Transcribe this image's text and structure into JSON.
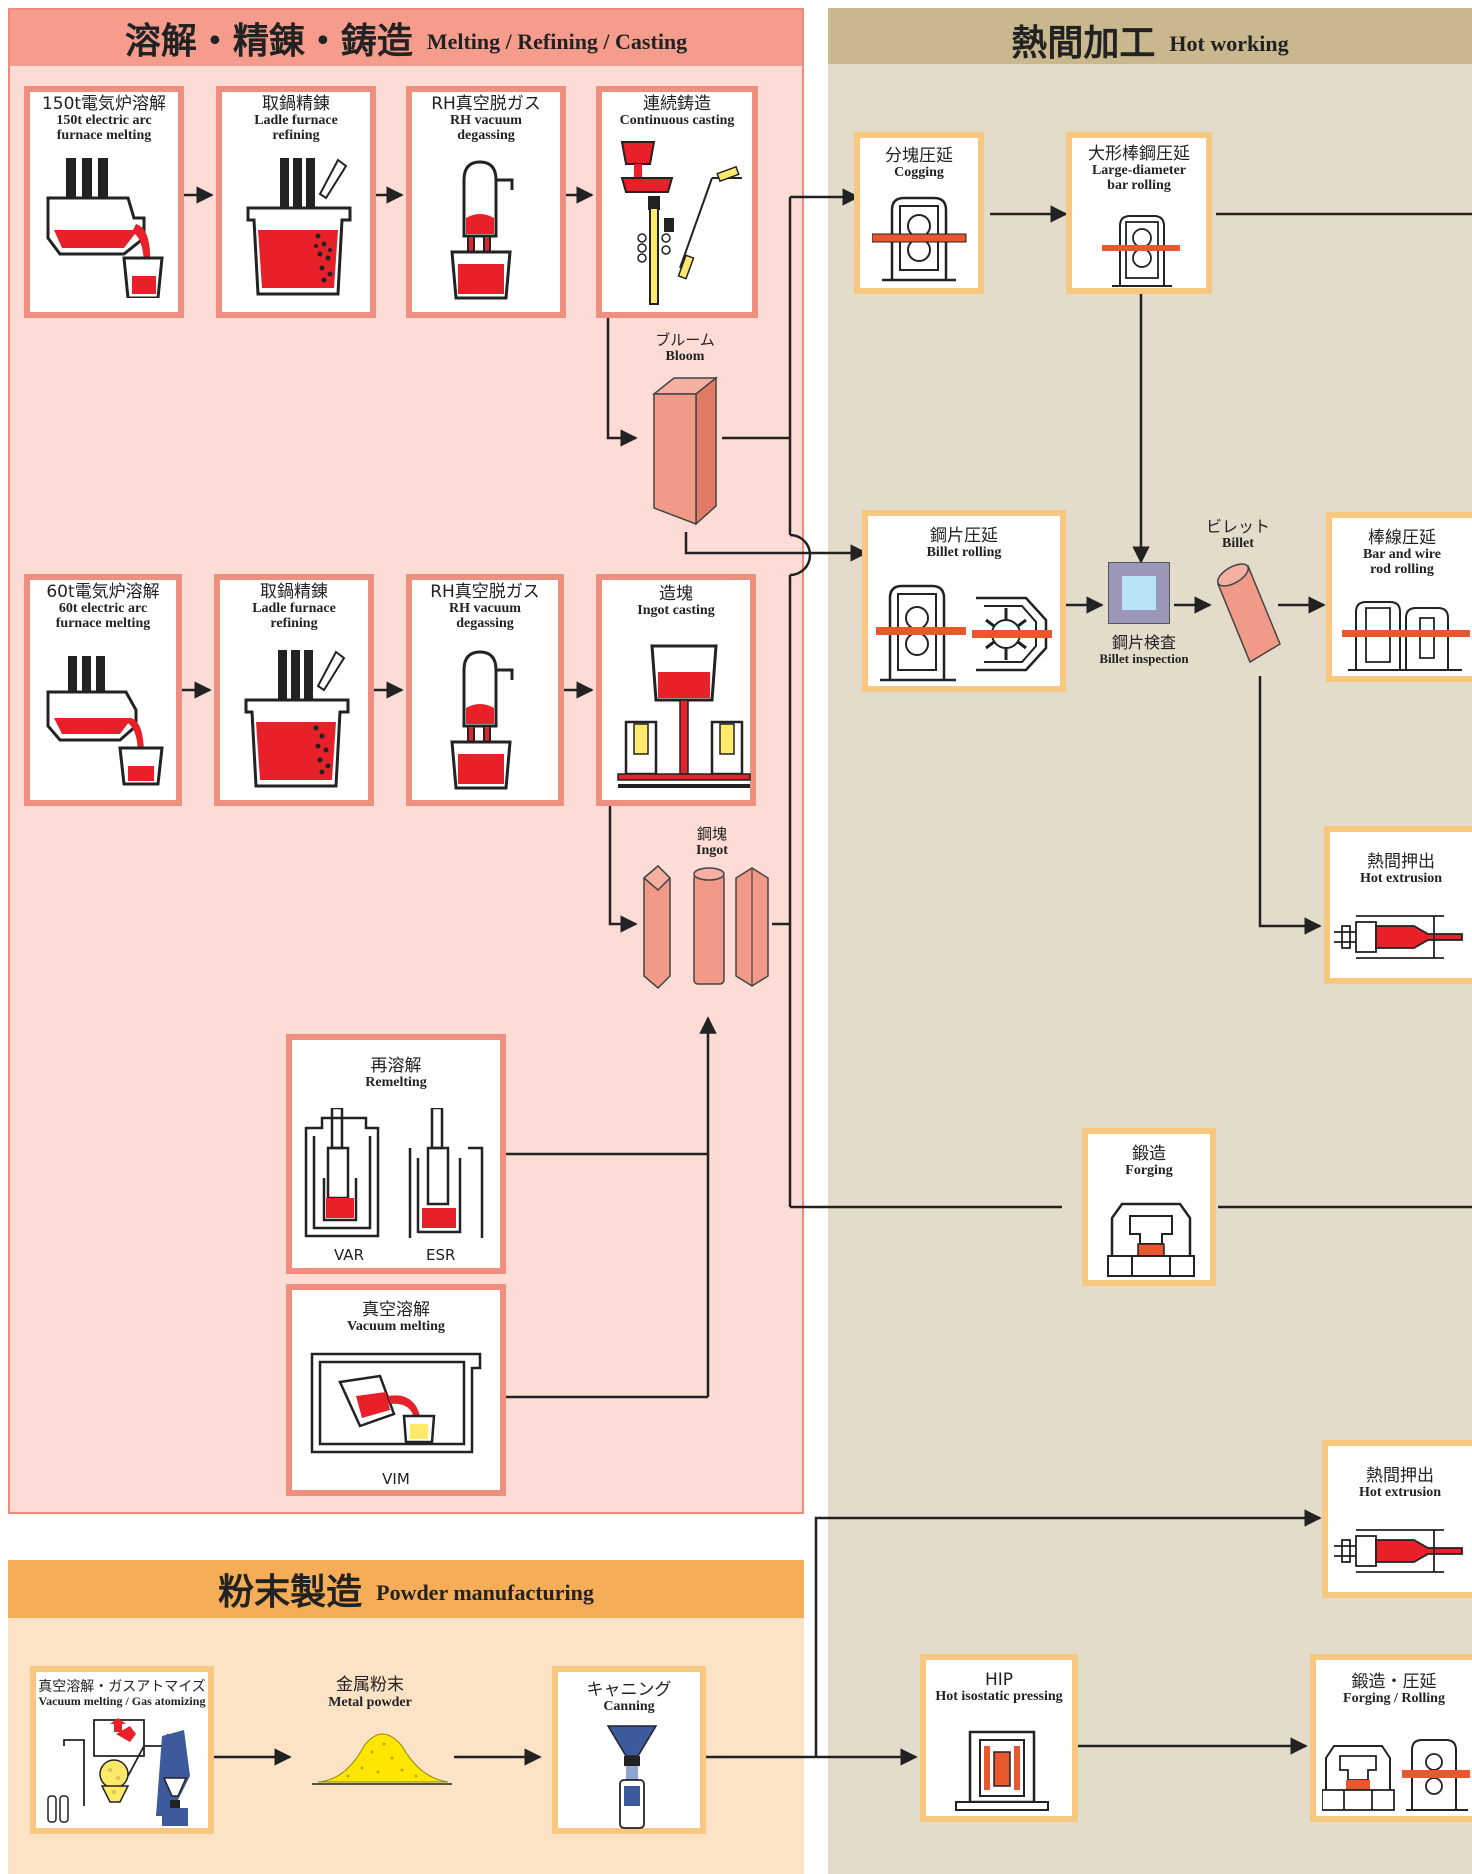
{
  "sections": {
    "melting": {
      "jp": "溶解・精錬・鋳造",
      "en": "Melting / Refining / Casting"
    },
    "hot": {
      "jp": "熱間加工",
      "en": "Hot working"
    },
    "powder": {
      "jp": "粉末製造",
      "en": "Powder manufacturing"
    }
  },
  "processes": {
    "eaf150": {
      "jp": "150t電気炉溶解",
      "en1": "150t electric arc",
      "en2": "furnace melting"
    },
    "ladle1": {
      "jp": "取鍋精錬",
      "en1": "Ladle furnace",
      "en2": "refining"
    },
    "rh1": {
      "jp": "RH真空脱ガス",
      "en1": "RH vacuum",
      "en2": "degassing"
    },
    "cc": {
      "jp": "連続鋳造",
      "en1": "Continuous casting"
    },
    "eaf60": {
      "jp": "60t電気炉溶解",
      "en1": "60t electric arc",
      "en2": "furnace melting"
    },
    "ladle2": {
      "jp": "取鍋精錬",
      "en1": "Ladle furnace",
      "en2": "refining"
    },
    "rh2": {
      "jp": "RH真空脱ガス",
      "en1": "RH vacuum",
      "en2": "degassing"
    },
    "ingot_casting": {
      "jp": "造塊",
      "en1": "Ingot casting"
    },
    "remelting": {
      "jp": "再溶解",
      "en1": "Remelting",
      "var": "VAR",
      "esr": "ESR"
    },
    "vacuum_melting": {
      "jp": "真空溶解",
      "en1": "Vacuum melting",
      "vim": "VIM"
    },
    "cogging": {
      "jp": "分塊圧延",
      "en1": "Cogging"
    },
    "large_bar": {
      "jp": "大形棒鋼圧延",
      "en1": "Large-diameter",
      "en2": "bar rolling"
    },
    "billet_rolling": {
      "jp": "鋼片圧延",
      "en1": "Billet rolling"
    },
    "bar_wire": {
      "jp": "棒線圧延",
      "en1": "Bar and wire",
      "en2": "rod rolling"
    },
    "hot_extrusion1": {
      "jp": "熱間押出",
      "en1": "Hot extrusion"
    },
    "forging": {
      "jp": "鍛造",
      "en1": "Forging"
    },
    "hot_extrusion2": {
      "jp": "熱間押出",
      "en1": "Hot extrusion"
    },
    "hip": {
      "jp": "HIP",
      "en1": "Hot isostatic pressing"
    },
    "forging_rolling": {
      "jp": "鍛造・圧延",
      "en1": "Forging / Rolling"
    },
    "atomize": {
      "jp": "真空溶解・ガスアトマイズ",
      "en1": "Vacuum melting / Gas atomizing"
    },
    "canning": {
      "jp": "キャニング",
      "en1": "Canning"
    }
  },
  "products": {
    "bloom": {
      "jp": "ブルーム",
      "en": "Bloom"
    },
    "ingot": {
      "jp": "鋼塊",
      "en": "Ingot"
    },
    "billet": {
      "jp": "ビレット",
      "en": "Billet"
    },
    "billet_inspection": {
      "jp": "鋼片検査",
      "en": "Billet inspection"
    },
    "metal_powder": {
      "jp": "金属粉末",
      "en": "Metal powder"
    }
  },
  "colors": {
    "melting_bg": "#fcdcd5",
    "melting_head": "#f59c8d",
    "hot_bg": "#e4dccb",
    "hot_head": "#c9b88e",
    "powder_bg": "#fde3c6",
    "powder_head": "#f6ad58",
    "molten": "#e8202a"
  }
}
